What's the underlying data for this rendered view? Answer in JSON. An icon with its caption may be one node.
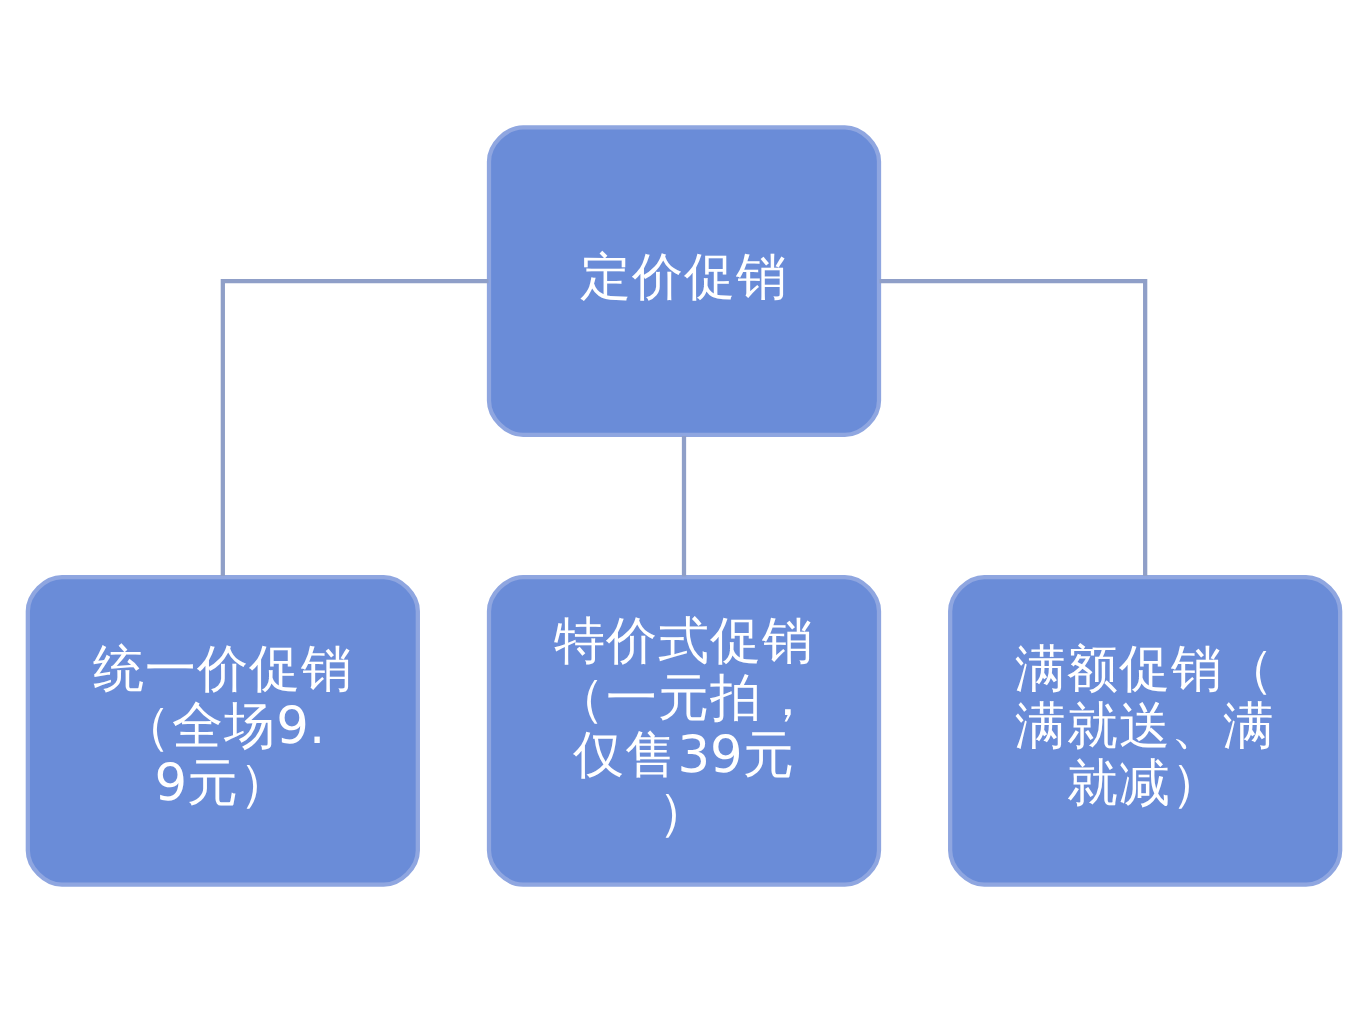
{
  "diagram": {
    "nodes": [
      {
        "text": [
          "定价促销"
        ]
      },
      {
        "text": [
          "统一价促销（全场9.9元）"
        ]
      },
      {
        "text": [
          "特价式促销（一元拍，仅售39元）"
        ]
      },
      {
        "text": [
          "满额促销（满就送、满就减）"
        ]
      }
    ],
    "edges": [
      {
        "from": 0,
        "to": 1,
        "arrow": "none"
      },
      {
        "from": 0,
        "to": 2,
        "arrow": "none"
      },
      {
        "from": 0,
        "to": 3,
        "arrow": "none"
      }
    ]
  }
}
